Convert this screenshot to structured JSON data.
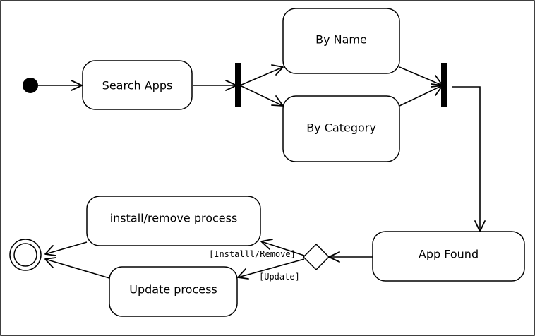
{
  "diagram": {
    "type": "activity",
    "nodes": {
      "search_apps": "Search Apps",
      "by_name": "By Name",
      "by_category": "By Category",
      "app_found": "App Found",
      "install_remove": "install/remove process",
      "update": "Update process"
    },
    "guards": {
      "install_remove": "[Installl/Remove]",
      "update": "[Update]"
    },
    "colors": {
      "stroke": "#000000",
      "fill": "#ffffff",
      "background": "#ffffff"
    }
  }
}
